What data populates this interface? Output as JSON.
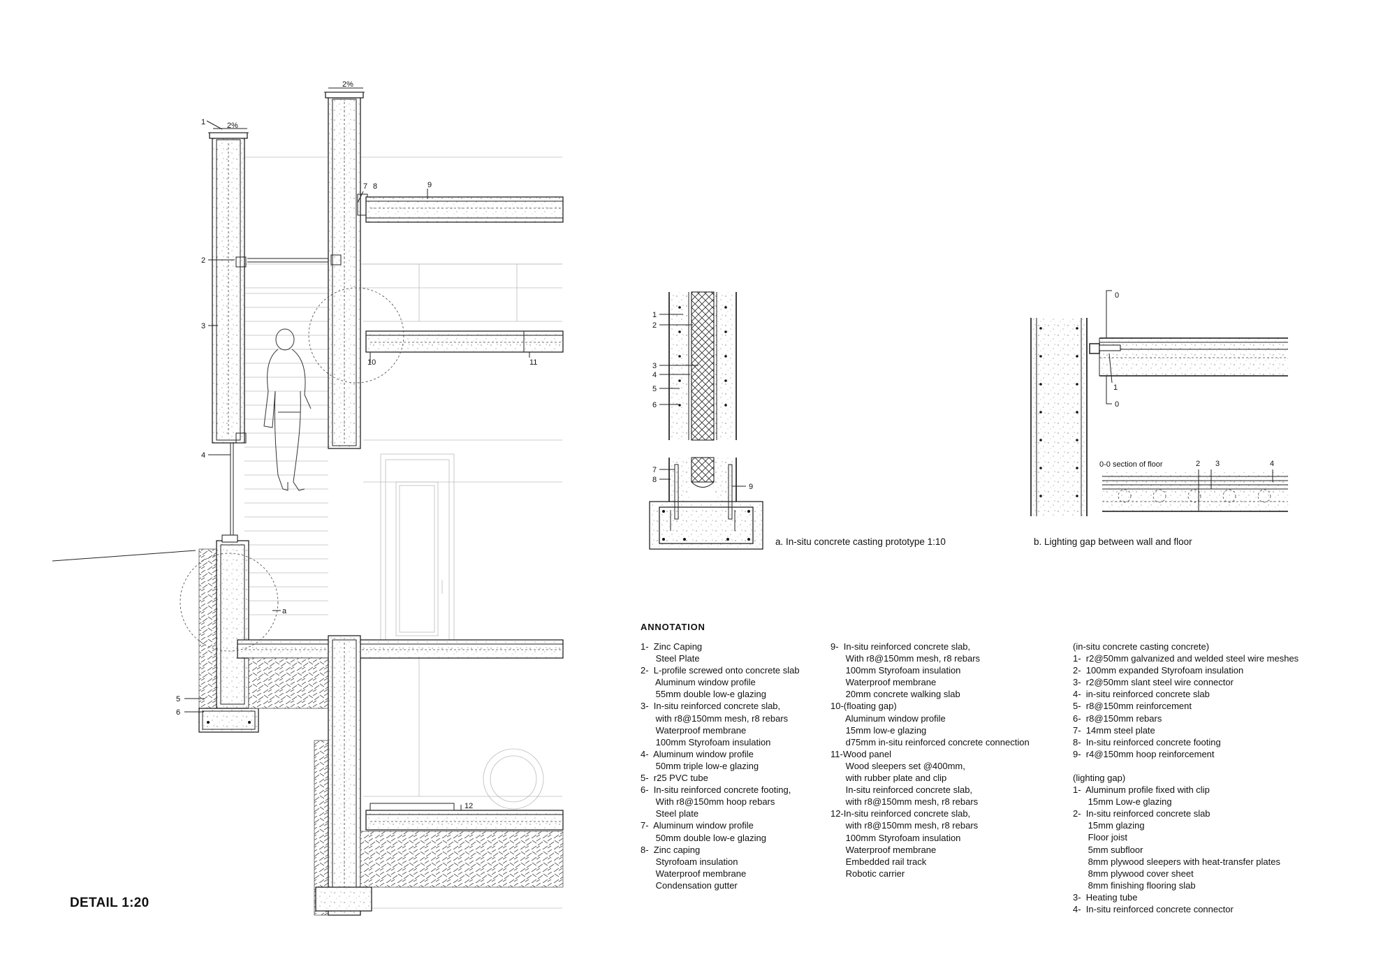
{
  "drawing": {
    "title": "DETAIL 1:20",
    "slope_labels": [
      "2%",
      "2%"
    ],
    "main_callouts": [
      "1",
      "2",
      "3",
      "4",
      "5",
      "6",
      "7",
      "8",
      "9",
      "10",
      "11",
      "12",
      "a"
    ],
    "detail_a": {
      "caption": "a. In-situ concrete casting prototype 1:10",
      "callouts": [
        "1",
        "2",
        "3",
        "4",
        "5",
        "6",
        "7",
        "8",
        "9"
      ]
    },
    "detail_b": {
      "caption": "b. Lighting gap between wall and floor",
      "callouts": [
        "0",
        "0",
        "1",
        "2",
        "3",
        "4"
      ],
      "section_label": "0-0 section of floor"
    }
  },
  "annotation": {
    "heading": "ANNOTATION",
    "col1": [
      "1-  Zinc Caping",
      "      Steel Plate",
      "2-  L-profile screwed onto concrete slab",
      "      Aluminum window profile",
      "      55mm double low-e glazing",
      "3-  In-situ reinforced concrete slab,",
      "      with r8@150mm mesh, r8 rebars",
      "      Waterproof membrane",
      "      100mm Styrofoam insulation",
      "4-  Aluminum window profile",
      "      50mm triple low-e glazing",
      "5-  r25 PVC tube",
      "6-  In-situ reinforced concrete footing,",
      "      With r8@150mm hoop rebars",
      "      Steel plate",
      "7-  Aluminum window profile",
      "      50mm double low-e glazing",
      "8-  Zinc caping",
      "      Styrofoam insulation",
      "      Waterproof membrane",
      "      Condensation gutter"
    ],
    "col2": [
      "9-  In-situ reinforced concrete slab,",
      "      With r8@150mm mesh, r8 rebars",
      "      100mm Styrofoam insulation",
      "      Waterproof membrane",
      "      20mm concrete walking slab",
      "10-(floating gap)",
      "      Aluminum window profile",
      "      15mm low-e glazing",
      "      d75mm in-situ reinforced concrete connection",
      "11-Wood panel",
      "      Wood sleepers set @400mm,",
      "      with rubber plate and clip",
      "      In-situ reinforced concrete slab,",
      "      with r8@150mm mesh, r8 rebars",
      "12-In-situ reinforced concrete slab,",
      "      with r8@150mm mesh, r8 rebars",
      "      100mm Styrofoam insulation",
      "      Waterproof membrane",
      "      Embedded rail track",
      "      Robotic carrier"
    ],
    "col3": [
      "(in-situ concrete casting concrete)",
      "1-  r2@50mm galvanized and welded steel wire meshes",
      "2-  100mm expanded Styrofoam insulation",
      "3-  r2@50mm slant steel wire connector",
      "4-  in-situ reinforced concrete slab",
      "5-  r8@150mm reinforcement",
      "6-  r8@150mm rebars",
      "7-  14mm steel plate",
      "8-  In-situ reinforced concrete footing",
      "9-  r4@150mm hoop reinforcement",
      "",
      "(lighting gap)",
      "1-  Aluminum profile fixed with clip",
      "      15mm Low-e glazing",
      "2-  In-situ reinforced concrete slab",
      "      15mm glazing",
      "      Floor joist",
      "      5mm subfloor",
      "      8mm plywood sleepers with heat-transfer plates",
      "      8mm plywood cover sheet",
      "      8mm finishing flooring slab",
      "3-  Heating tube",
      "4-  In-situ reinforced concrete connector"
    ]
  }
}
